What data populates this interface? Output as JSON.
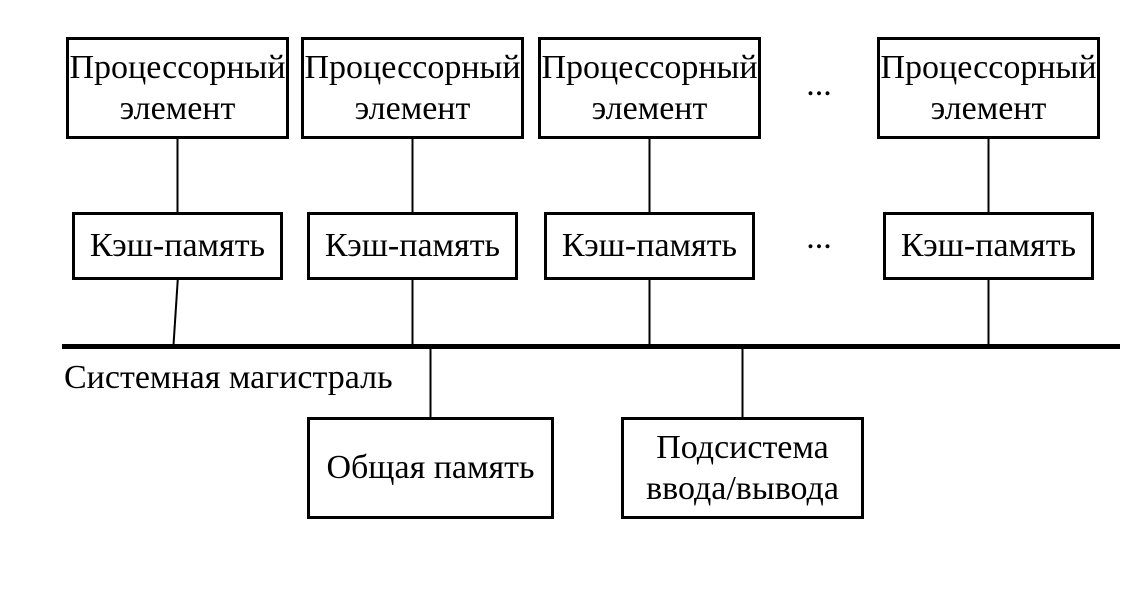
{
  "diagram": {
    "background": "#ffffff",
    "line_color": "#000000",
    "text_color": "#000000",
    "columns": [
      {
        "processor": "Процессорный элемент",
        "cache": "Кэш-память"
      },
      {
        "processor": "Процессорный элемент",
        "cache": "Кэш-память"
      },
      {
        "processor": "Процессорный элемент",
        "cache": "Кэш-память"
      },
      {
        "processor": "Процессорный элемент",
        "cache": "Кэш-память"
      }
    ],
    "ellipsis_processors": "...",
    "ellipsis_caches": "...",
    "bus": {
      "label": "Системная магистраль"
    },
    "shared_memory": {
      "label": "Общая память"
    },
    "io_subsystem": {
      "label": "Подсистема ввода/вывода"
    }
  }
}
